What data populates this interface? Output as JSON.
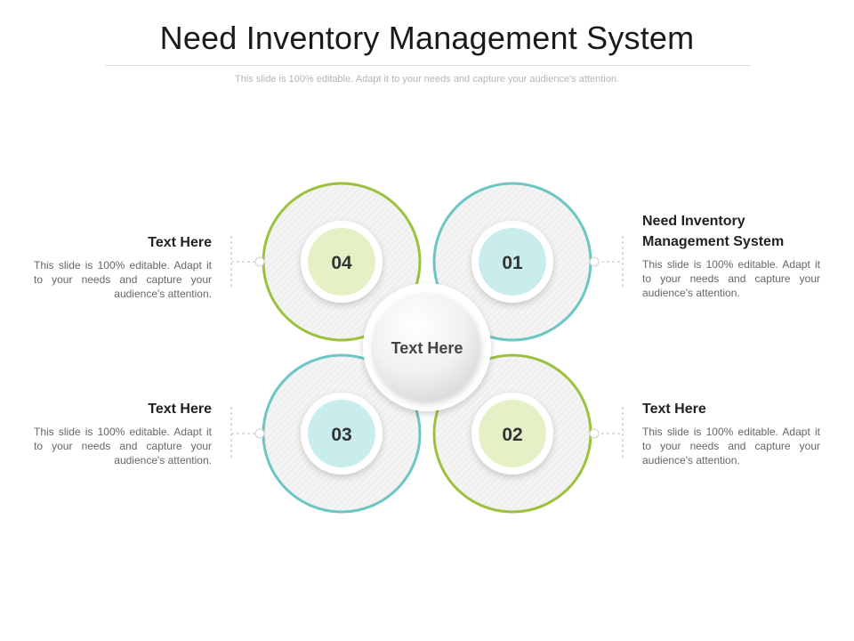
{
  "title": "Need Inventory Management System",
  "subtitle": "This slide is 100% editable. Adapt it to your needs and capture your audience's attention.",
  "center": {
    "label": "Text Here"
  },
  "colors": {
    "green": "#9cc23d",
    "teal": "#6cc6c4",
    "green_fill": "#e4f1c6",
    "teal_fill": "#c9ecec"
  },
  "items": [
    {
      "number": "01",
      "heading": "Need Inventory Management System",
      "body": "This slide is 100% editable. Adapt it to your needs and capture your audience's attention."
    },
    {
      "number": "02",
      "heading": "Text Here",
      "body": "This slide is 100% editable. Adapt it to your needs and capture your audience's attention."
    },
    {
      "number": "03",
      "heading": "Text Here",
      "body": "This slide is 100% editable. Adapt it to your needs and capture your audience's attention."
    },
    {
      "number": "04",
      "heading": "Text Here",
      "body": "This slide is 100% editable. Adapt it to your needs and capture your audience's attention."
    }
  ]
}
